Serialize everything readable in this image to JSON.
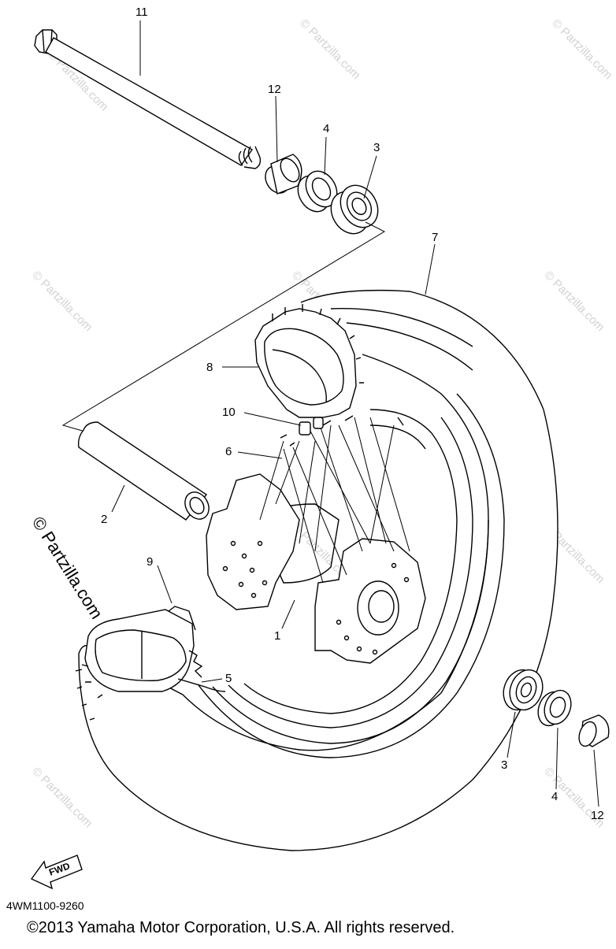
{
  "callouts": {
    "c1": "1",
    "c2": "2",
    "c3a": "3",
    "c3b": "3",
    "c4a": "4",
    "c4b": "4",
    "c5": "5",
    "c6": "6",
    "c7": "7",
    "c8": "8",
    "c9": "9",
    "c10": "10",
    "c11": "11",
    "c12a": "12",
    "c12b": "12"
  },
  "watermark": "© Partzilla.com",
  "fwd_label": "FWD",
  "part_code": "4WM1100-9260",
  "copyright": "©2013 Yamaha Motor Corporation, U.S.A. All rights reserved."
}
